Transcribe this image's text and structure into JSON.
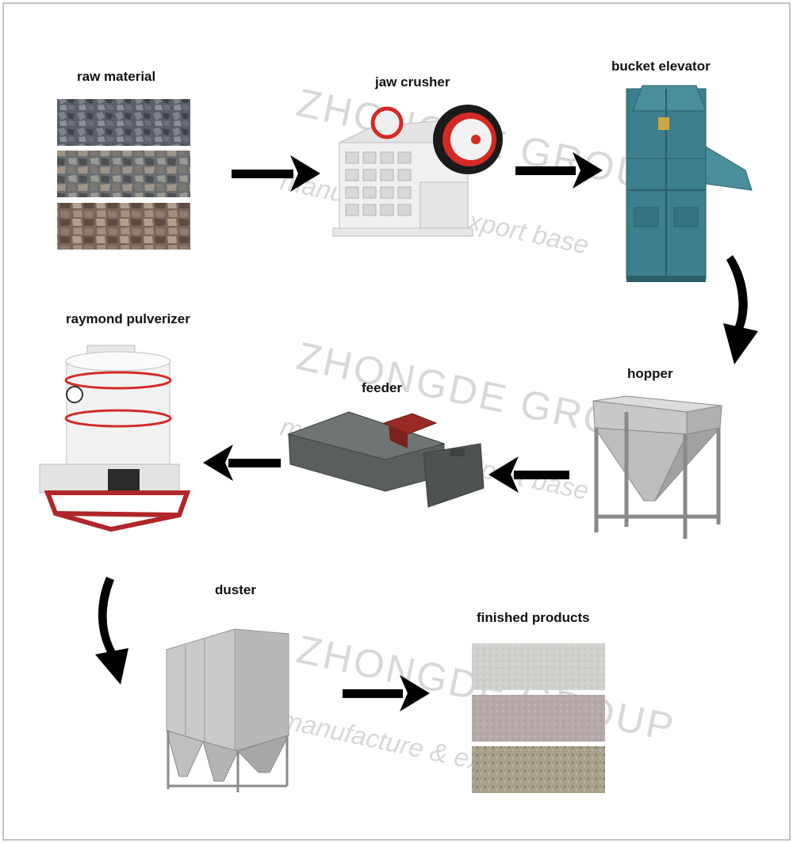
{
  "stages": {
    "raw_material": "raw material",
    "jaw_crusher": "jaw crusher",
    "bucket_elevator": "bucket elevator",
    "hopper": "hopper",
    "feeder": "feeder",
    "raymond_pulverizer": "raymond pulverizer",
    "duster": "duster",
    "finished_products": "finished products"
  },
  "watermark": {
    "brand": "ZHONGDE GROUP",
    "tagline": "manufacture & export base"
  },
  "colors": {
    "arrow": "#000000",
    "elevator": "#3d7f8c",
    "crusher_body": "#eeeeee",
    "crusher_accent": "#d42a25",
    "steel": "#c8c8c8",
    "feeder_body": "#5a5e5e",
    "feeder_mouth": "#9a2a24",
    "pulverizer_frame": "#b0262a"
  }
}
